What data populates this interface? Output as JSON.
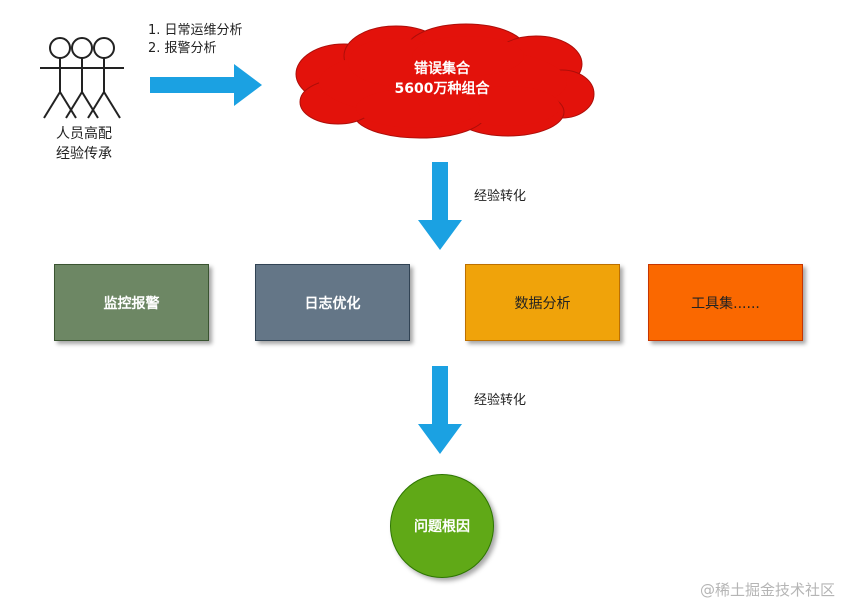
{
  "actors": {
    "line1": "人员高配",
    "line2": "经验传承"
  },
  "steps": {
    "item1": "1. 日常运维分析",
    "item2": "2. 报警分析"
  },
  "cloud": {
    "line1": "错误集合",
    "line2": "5600万种组合",
    "color": "#e3120b"
  },
  "transform_label_1": "经验转化",
  "transform_label_2": "经验转化",
  "boxes": [
    {
      "label": "监控报警",
      "color": "#6d8764",
      "text_color": "#ffffff"
    },
    {
      "label": "日志优化",
      "color": "#647687",
      "text_color": "#ffffff"
    },
    {
      "label": "数据分析",
      "color": "#f0a30a",
      "text_color": "#222222"
    },
    {
      "label": "工具集......",
      "color": "#fa6800",
      "text_color": "#222222"
    }
  ],
  "result": {
    "label": "问题根因",
    "color": "#60a917"
  },
  "arrow_color": "#1ba1e2",
  "watermark": "@稀土掘金技术社区"
}
